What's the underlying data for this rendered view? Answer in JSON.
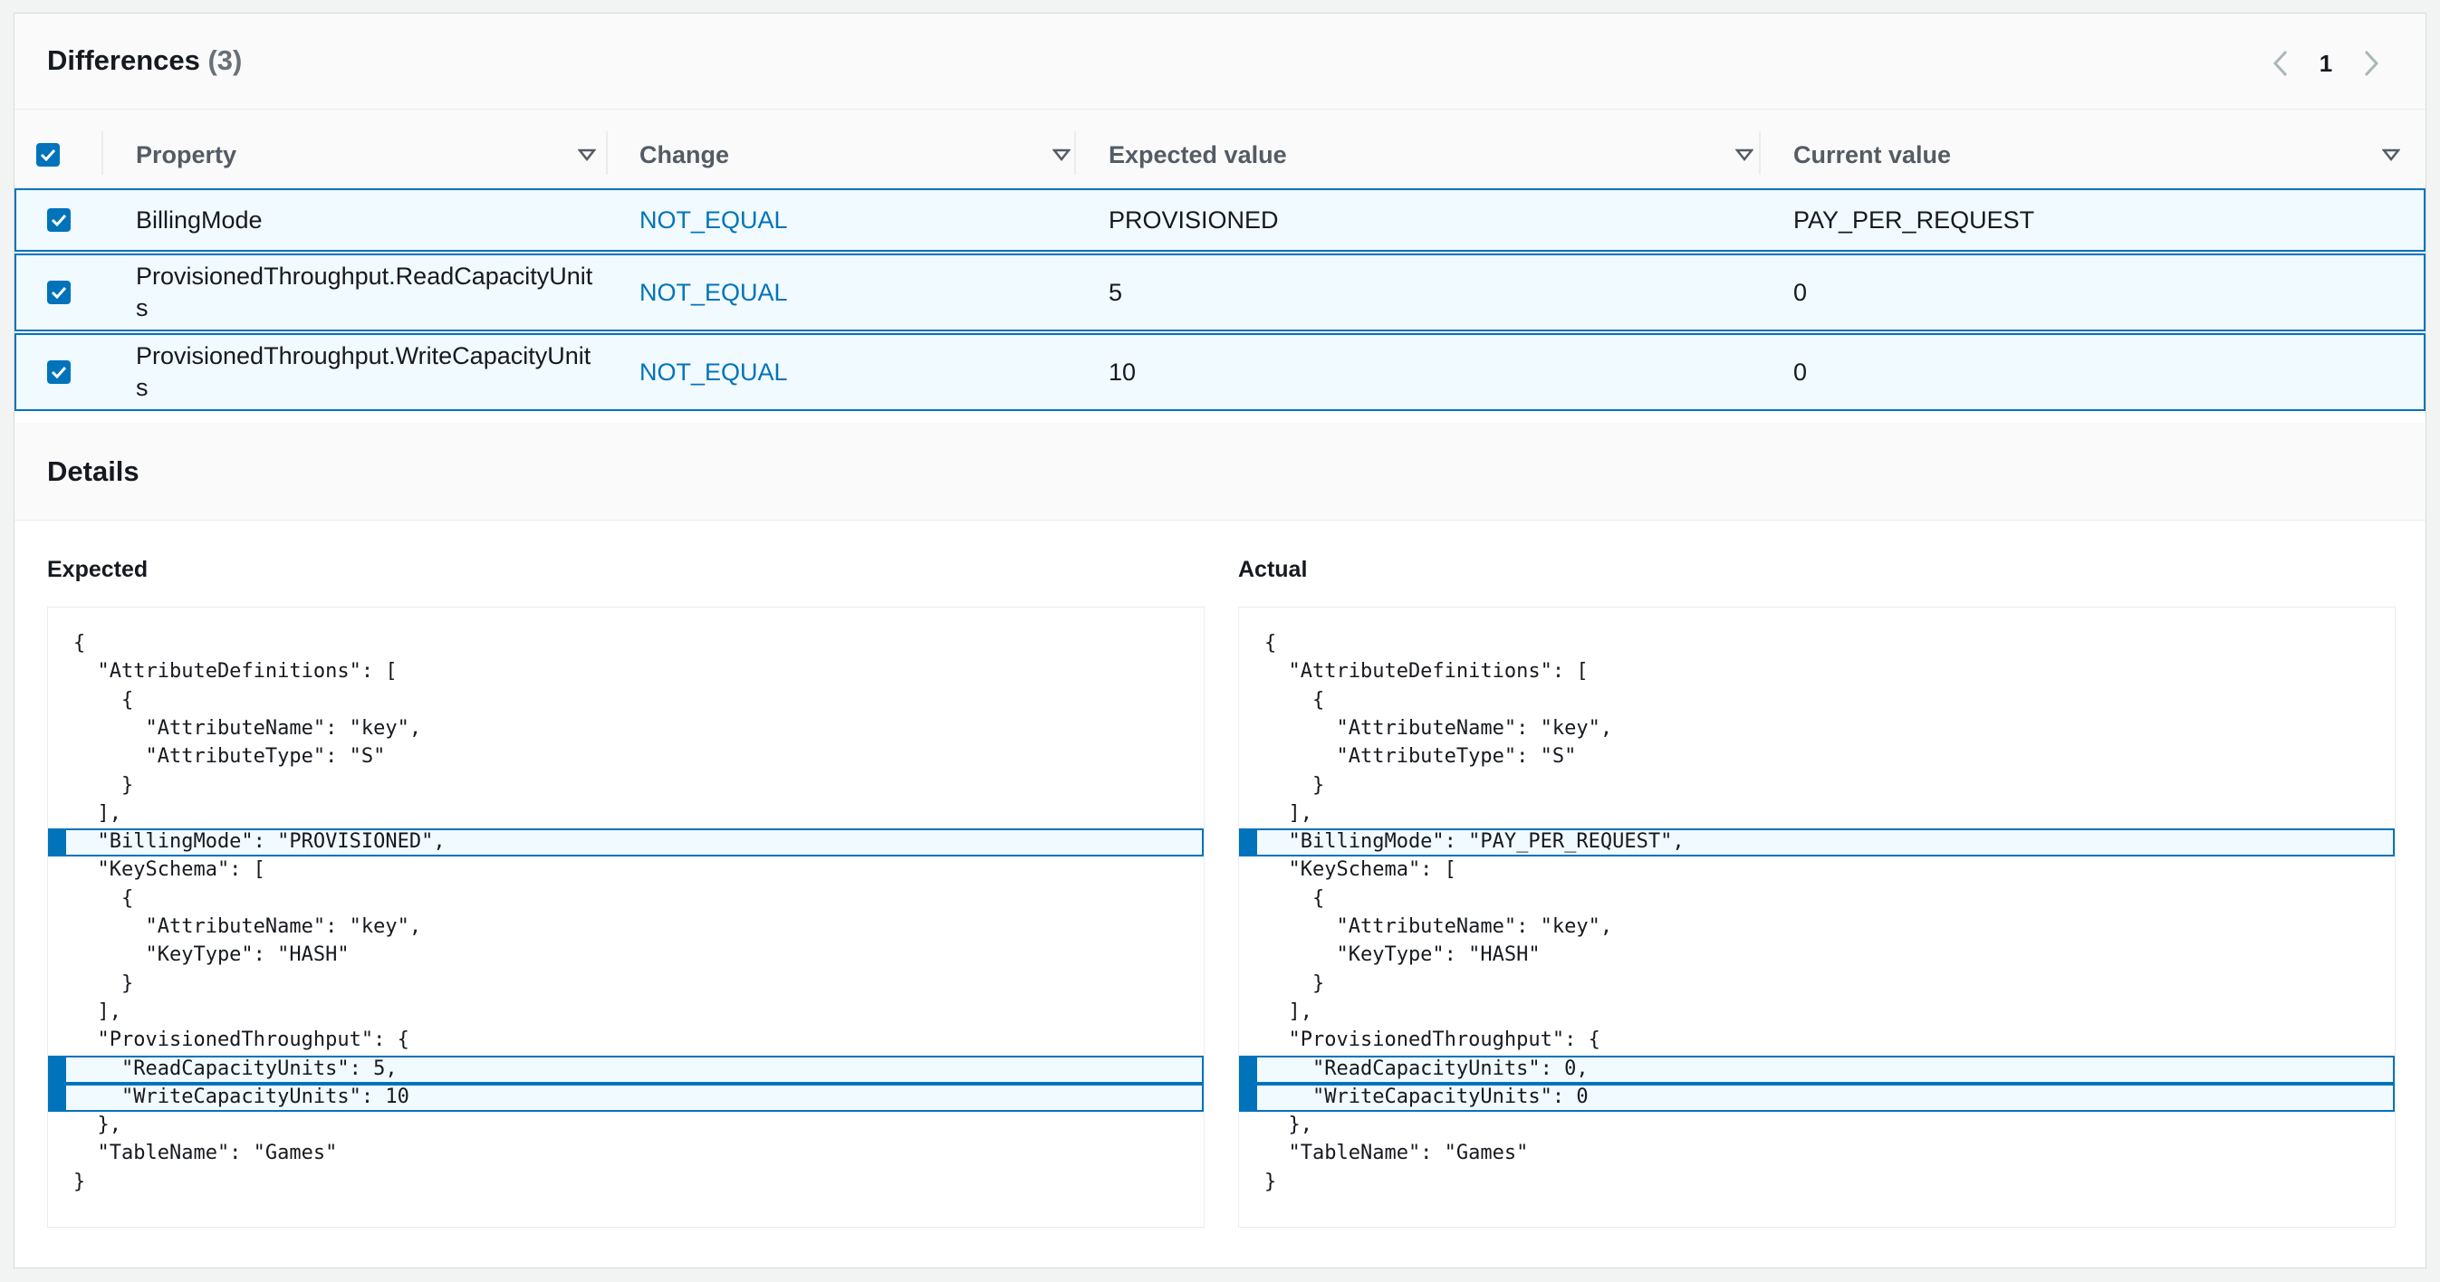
{
  "differences": {
    "title": "Differences",
    "count": "(3)",
    "page_number": "1",
    "columns": [
      "Property",
      "Change",
      "Expected value",
      "Current value"
    ],
    "rows": [
      {
        "property": "BillingMode",
        "change": "NOT_EQUAL",
        "expected": "PROVISIONED",
        "current": "PAY_PER_REQUEST",
        "checked": true
      },
      {
        "property": "ProvisionedThroughput.ReadCapacityUnit s",
        "change": "NOT_EQUAL",
        "expected": "5",
        "current": "0",
        "checked": true
      },
      {
        "property": "ProvisionedThroughput.WriteCapacityUnit s",
        "change": "NOT_EQUAL",
        "expected": "10",
        "current": "0",
        "checked": true
      }
    ],
    "select_all_checked": true
  },
  "details": {
    "title": "Details",
    "expected": {
      "label": "Expected",
      "lines": [
        "{",
        "  \"AttributeDefinitions\": [",
        "    {",
        "      \"AttributeName\": \"key\",",
        "      \"AttributeType\": \"S\"",
        "    }",
        "  ],",
        "  \"BillingMode\": \"PROVISIONED\",",
        "  \"KeySchema\": [",
        "    {",
        "      \"AttributeName\": \"key\",",
        "      \"KeyType\": \"HASH\"",
        "    }",
        "  ],",
        "  \"ProvisionedThroughput\": {",
        "    \"ReadCapacityUnits\": 5,",
        "    \"WriteCapacityUnits\": 10",
        "  },",
        "  \"TableName\": \"Games\"",
        "}"
      ],
      "highlighted_lines": [
        7,
        15,
        16
      ]
    },
    "actual": {
      "label": "Actual",
      "lines": [
        "{",
        "  \"AttributeDefinitions\": [",
        "    {",
        "      \"AttributeName\": \"key\",",
        "      \"AttributeType\": \"S\"",
        "    }",
        "  ],",
        "  \"BillingMode\": \"PAY_PER_REQUEST\",",
        "  \"KeySchema\": [",
        "    {",
        "      \"AttributeName\": \"key\",",
        "      \"KeyType\": \"HASH\"",
        "    }",
        "  ],",
        "  \"ProvisionedThroughput\": {",
        "    \"ReadCapacityUnits\": 0,",
        "    \"WriteCapacityUnits\": 0",
        "  },",
        "  \"TableName\": \"Games\"",
        "}"
      ],
      "highlighted_lines": [
        7,
        15,
        16
      ]
    }
  },
  "colors": {
    "accent": "#0073bb",
    "row_selected_bg": "#f1faff",
    "header_bg": "#fafafa"
  },
  "icons": {
    "prev": "chevron-left-icon",
    "next": "chevron-right-icon",
    "sort": "caret-down-icon",
    "check": "check-icon"
  }
}
